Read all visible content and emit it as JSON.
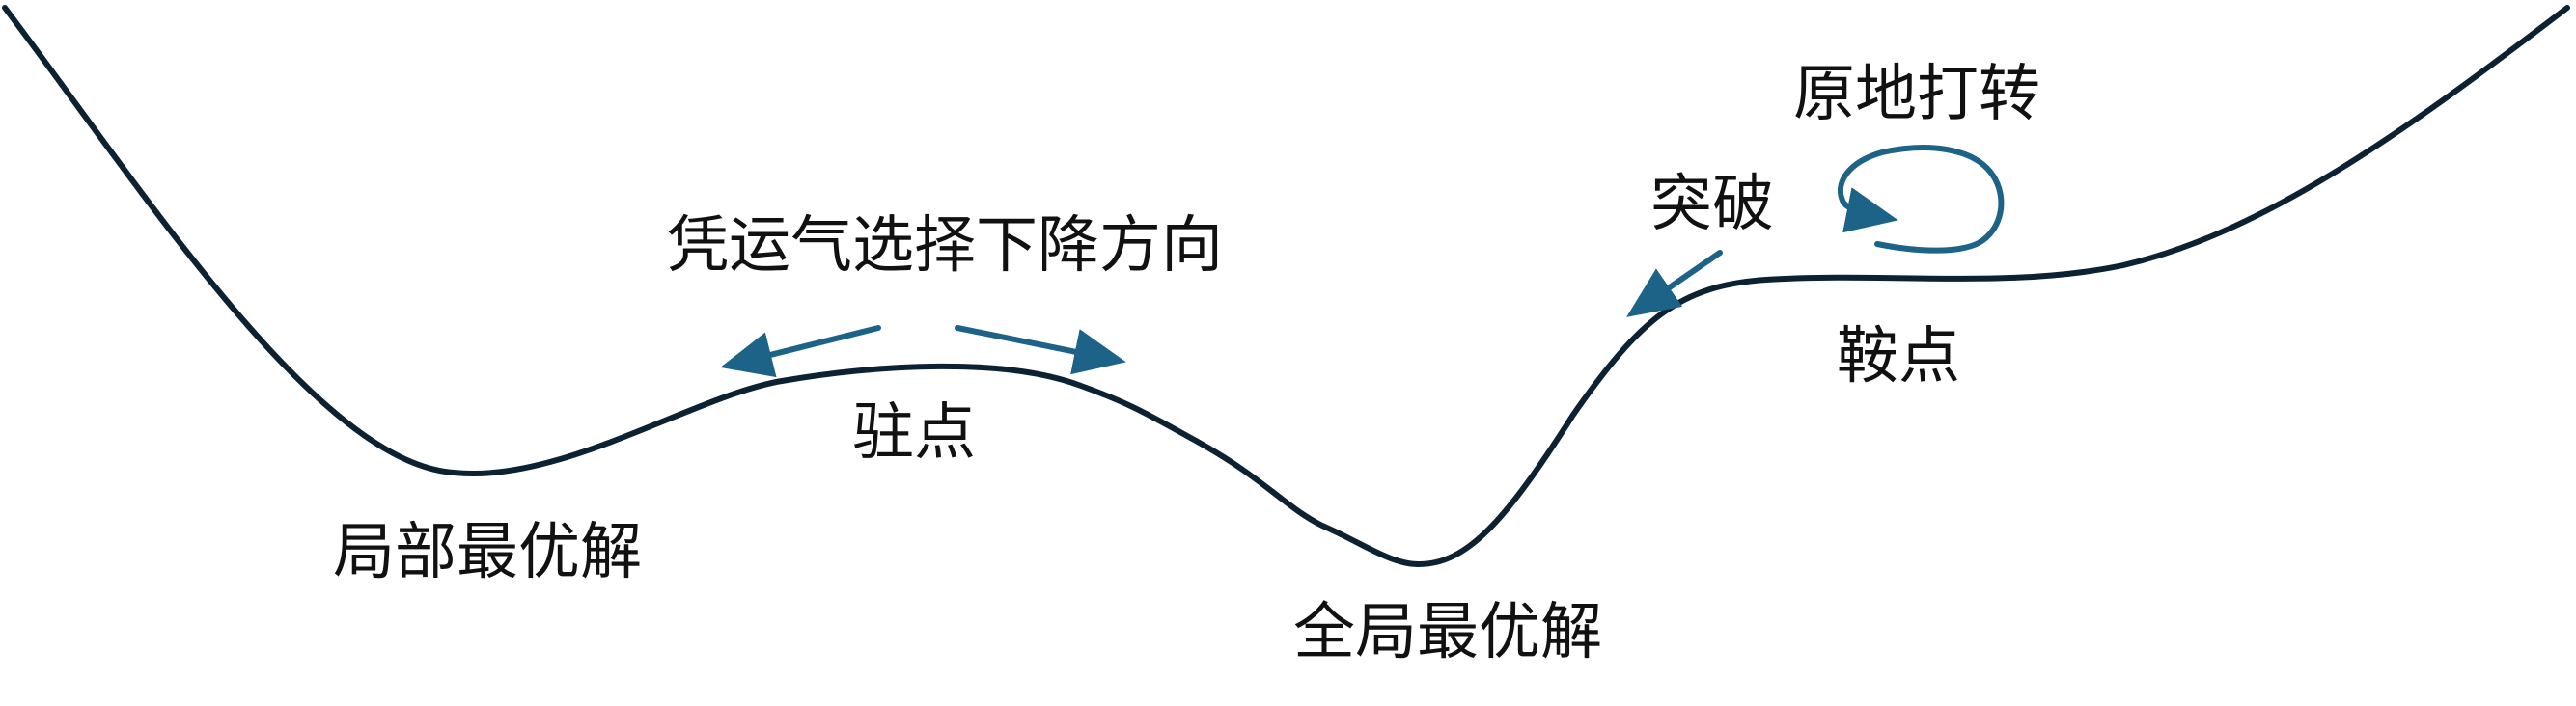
{
  "colors": {
    "curve": "#0c2233",
    "arrow": "#1d6387",
    "text": "#111111",
    "background": "#ffffff"
  },
  "labels": {
    "local_optimum": "局部最优解",
    "stationary_point": "驻点",
    "random_direction": "凭运气选择下降方向",
    "global_optimum": "全局最优解",
    "breakthrough": "突破",
    "spinning_in_place": "原地打转",
    "saddle_point": "鞍点"
  }
}
